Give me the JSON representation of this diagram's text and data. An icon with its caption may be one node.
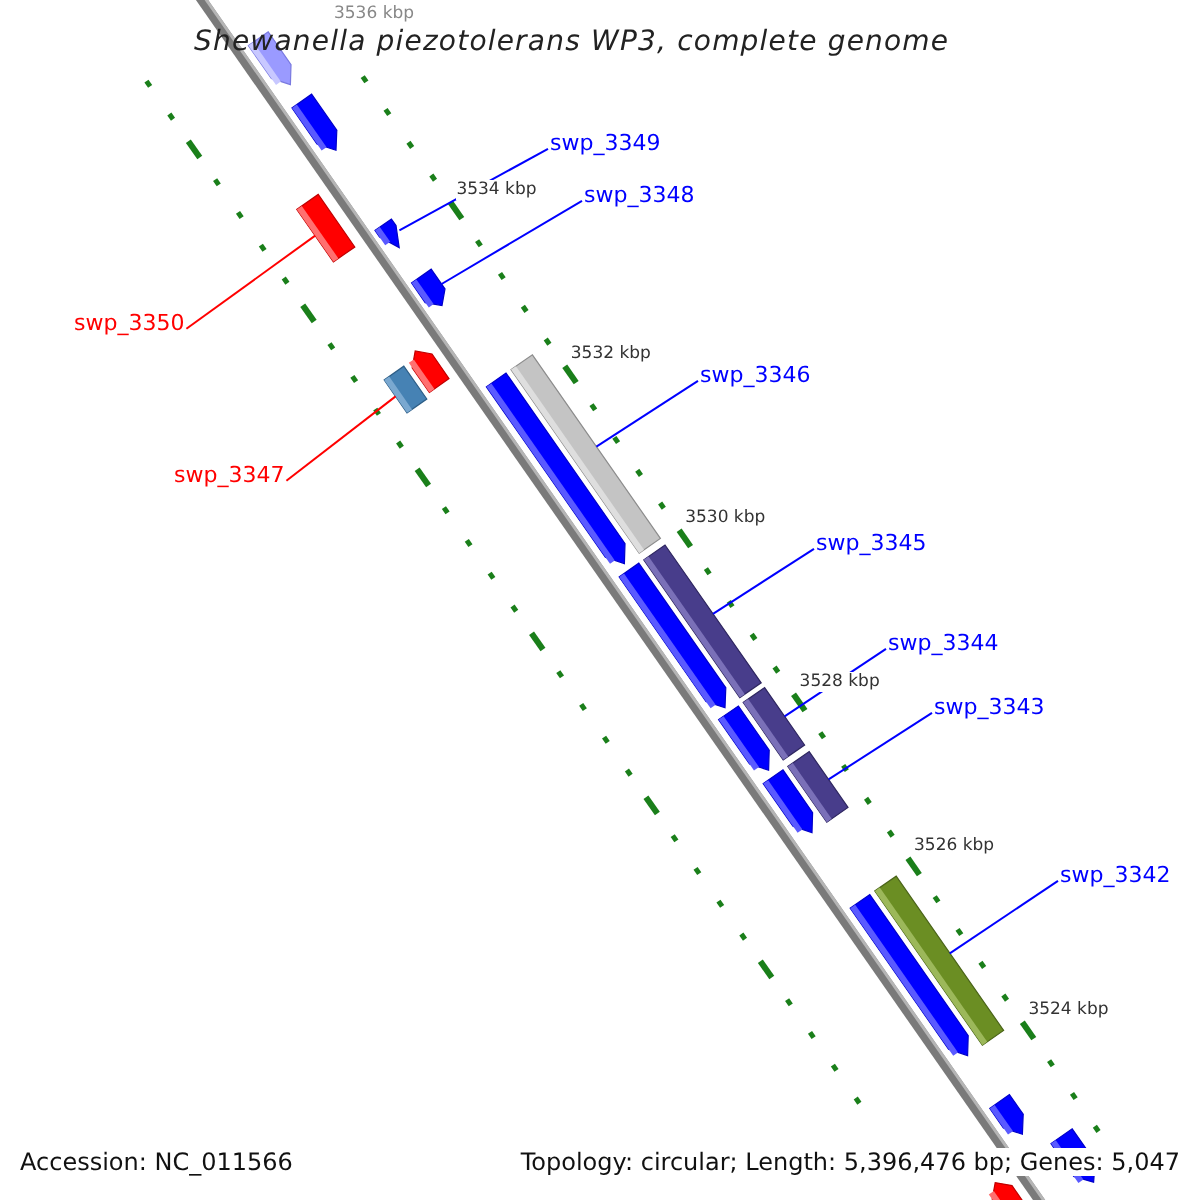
{
  "diagram": {
    "title": "Shewanella piezotolerans WP3, complete genome",
    "nodes": [
      {
        "text": [
          "swp_3349"
        ]
      },
      {
        "text": [
          "swp_3348"
        ]
      },
      {
        "text": [
          "swp_3350"
        ]
      },
      {
        "text": [
          "swp_3346"
        ]
      },
      {
        "text": [
          "swp_3347"
        ]
      },
      {
        "text": [
          "swp_3345"
        ]
      },
      {
        "text": [
          "swp_3344"
        ]
      },
      {
        "text": [
          "swp_3343"
        ]
      },
      {
        "text": [
          "swp_3342"
        ]
      },
      {
        "text": [],
        "shape": "arrow"
      },
      {
        "text": [],
        "shape": "arrow"
      },
      {
        "text": [],
        "shape": "bar"
      },
      {
        "text": [],
        "shape": "bar"
      },
      {
        "text": [],
        "shape": "bar"
      },
      {
        "text": [],
        "shape": "bar"
      },
      {
        "text": [],
        "shape": "bar"
      },
      {
        "text": [],
        "shape": "bar"
      },
      {
        "text": [],
        "shape": "bar"
      },
      {
        "text": [],
        "shape": "arrow"
      },
      {
        "text": [],
        "shape": "arrow"
      },
      {
        "text": [],
        "shape": "arrow"
      },
      {
        "text": [],
        "shape": "arrow"
      },
      {
        "text": [],
        "shape": "arrow"
      },
      {
        "text": [],
        "shape": "arrow"
      },
      {
        "text": [],
        "shape": "arrow"
      },
      {
        "text": [],
        "shape": "arrow"
      },
      {
        "text": [],
        "shape": "arrow"
      },
      {
        "text": [],
        "shape": "arrow"
      },
      {
        "text": [],
        "shape": "arrow"
      }
    ],
    "edges": [
      {
        "from": 0,
        "to": 9,
        "arrow": "none"
      },
      {
        "from": 1,
        "to": 10,
        "arrow": "none"
      },
      {
        "from": 2,
        "to": 11,
        "arrow": "none",
        "color": "#ff0000"
      },
      {
        "from": 3,
        "to": 12,
        "arrow": "none"
      },
      {
        "from": 4,
        "to": 13,
        "arrow": "none",
        "color": "#ff0000"
      },
      {
        "from": 5,
        "to": 14,
        "arrow": "none"
      },
      {
        "from": 6,
        "to": 15,
        "arrow": "none"
      },
      {
        "from": 7,
        "to": 16,
        "arrow": "none"
      },
      {
        "from": 8,
        "to": 17,
        "arrow": "none"
      }
    ],
    "labels": [
      "3536 kbp",
      "3534 kbp",
      "3532 kbp",
      "3530 kbp",
      "3528 kbp",
      "3526 kbp",
      "3524 kbp",
      "Accession: NC_011566",
      "Topology: circular; Length: 5,396,476 bp; Genes: 5,047"
    ]
  }
}
